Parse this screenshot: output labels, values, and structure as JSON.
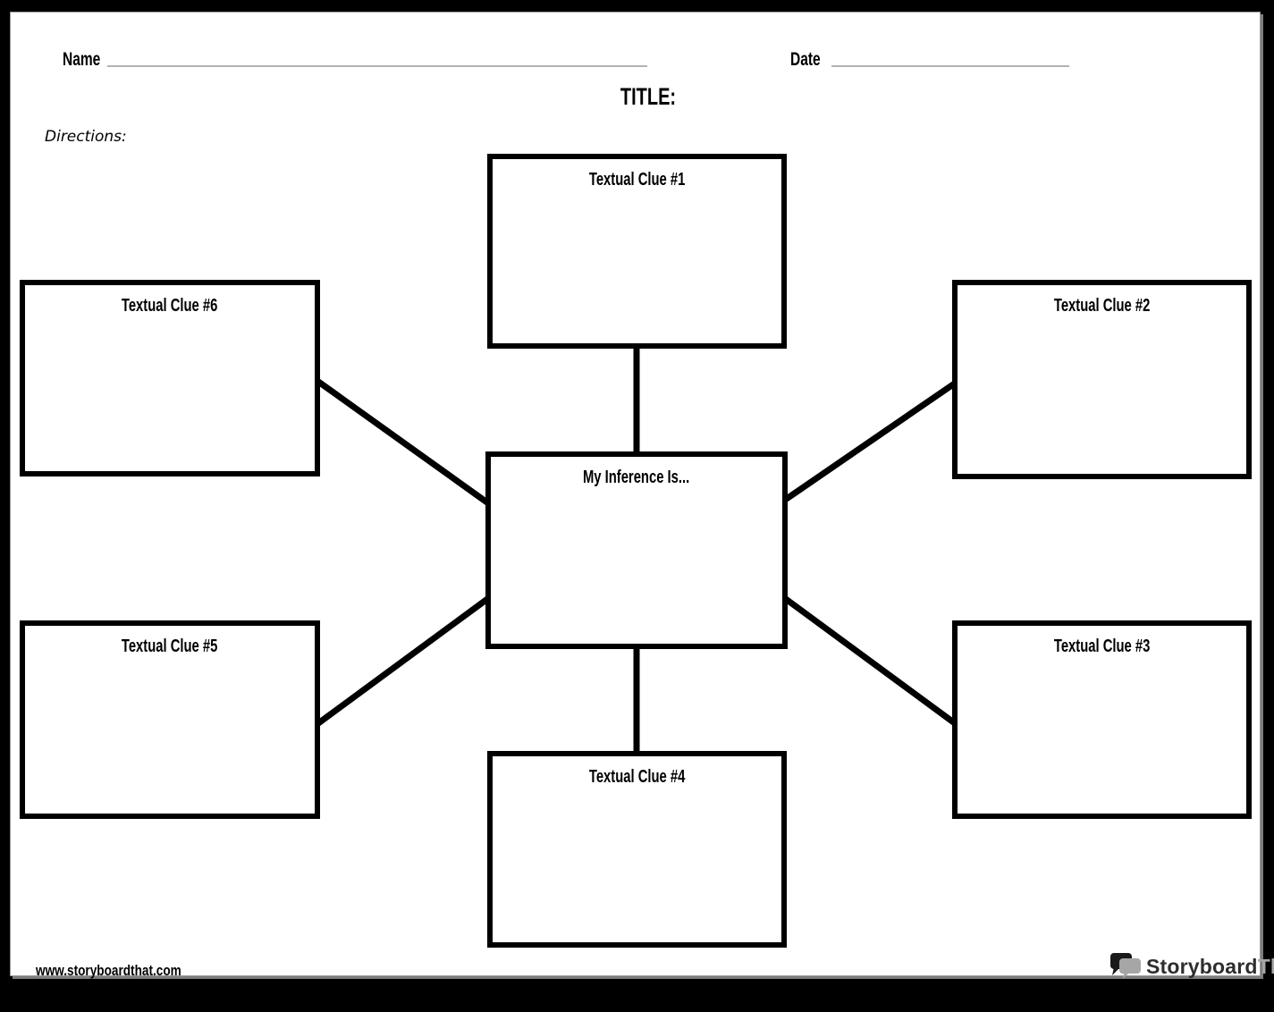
{
  "page": {
    "name_label": "Name",
    "date_label": "Date",
    "title_label": "TITLE:",
    "directions_label": "Directions:",
    "footer_url": "www.storyboardthat.com"
  },
  "diagram": {
    "type": "spider-map",
    "center": {
      "label": "My Inference Is..."
    },
    "clues": [
      {
        "label": "Textual Clue #1"
      },
      {
        "label": "Textual Clue #2"
      },
      {
        "label": "Textual Clue #3"
      },
      {
        "label": "Textual Clue #4"
      },
      {
        "label": "Textual Clue #5"
      },
      {
        "label": "Textual Clue #6"
      }
    ]
  },
  "logo": {
    "word_primary": "Storyboard",
    "word_secondary": "That",
    "primary_color": "#2e2e2e",
    "secondary_color": "#a6a6a6",
    "bubble_front_color": "#a6a6a6",
    "bubble_back_color": "#1a1a1a"
  },
  "colors": {
    "line": "#000000",
    "underline": "#b3b3b3",
    "page_bg": "#ffffff",
    "canvas_bg": "#000000"
  }
}
